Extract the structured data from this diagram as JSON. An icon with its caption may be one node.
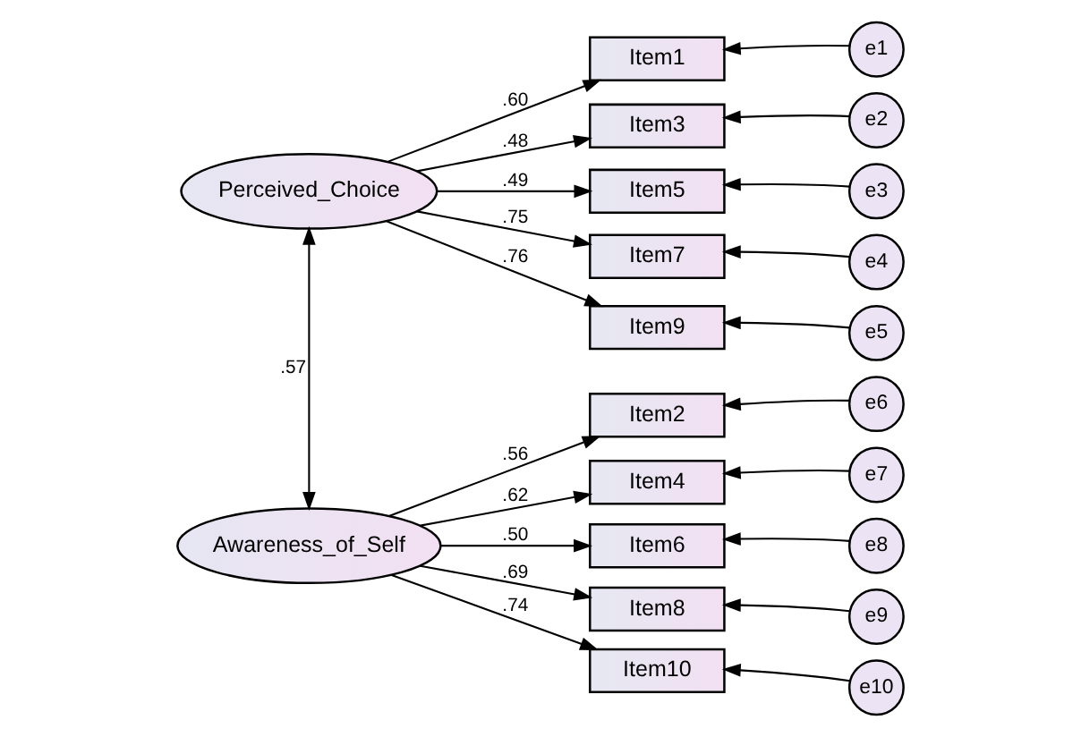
{
  "diagram": {
    "nodes": [
      {
        "text": [
          "Perceived_Choice"
        ]
      },
      {
        "text": [
          "Item1"
        ]
      },
      {
        "text": [
          "Item3"
        ]
      },
      {
        "text": [
          "Item5"
        ]
      },
      {
        "text": [
          "Item7"
        ]
      },
      {
        "text": [
          "Item9"
        ]
      },
      {
        "text": [
          "e1"
        ]
      },
      {
        "text": [
          "e2"
        ]
      },
      {
        "text": [
          "e3"
        ]
      },
      {
        "text": [
          "e4"
        ]
      },
      {
        "text": [
          "e5"
        ]
      },
      {
        "text": [
          "Awareness_of_Self"
        ]
      },
      {
        "text": [
          "Item2"
        ]
      },
      {
        "text": [
          "Item4"
        ]
      },
      {
        "text": [
          "Item6"
        ]
      },
      {
        "text": [
          "Item8"
        ]
      },
      {
        "text": [
          "Item10"
        ]
      },
      {
        "text": [
          "e6"
        ]
      },
      {
        "text": [
          "e7"
        ]
      },
      {
        "text": [
          "e8"
        ]
      },
      {
        "text": [
          "e9"
        ]
      },
      {
        "text": [
          "e10"
        ]
      }
    ],
    "edges": [
      {
        "from": 0,
        "to": 1,
        "arrow": "to",
        "label": ".60"
      },
      {
        "from": 0,
        "to": 2,
        "arrow": "to",
        "label": ".48"
      },
      {
        "from": 0,
        "to": 3,
        "arrow": "to",
        "label": ".49"
      },
      {
        "from": 0,
        "to": 4,
        "arrow": "to",
        "label": ".75"
      },
      {
        "from": 0,
        "to": 5,
        "arrow": "to",
        "label": ".76"
      },
      {
        "from": 6,
        "to": 1,
        "arrow": "to"
      },
      {
        "from": 7,
        "to": 2,
        "arrow": "to"
      },
      {
        "from": 8,
        "to": 3,
        "arrow": "to"
      },
      {
        "from": 9,
        "to": 4,
        "arrow": "to"
      },
      {
        "from": 10,
        "to": 5,
        "arrow": "to"
      },
      {
        "from": 0,
        "to": 11,
        "arrow": "both",
        "label": ".57"
      },
      {
        "from": 11,
        "to": 12,
        "arrow": "to",
        "label": ".56"
      },
      {
        "from": 11,
        "to": 13,
        "arrow": "to",
        "label": ".62"
      },
      {
        "from": 11,
        "to": 14,
        "arrow": "to",
        "label": ".50"
      },
      {
        "from": 11,
        "to": 15,
        "arrow": "to",
        "label": ".69"
      },
      {
        "from": 11,
        "to": 16,
        "arrow": "to",
        "label": ".74"
      },
      {
        "from": 17,
        "to": 12,
        "arrow": "to"
      },
      {
        "from": 18,
        "to": 13,
        "arrow": "to"
      },
      {
        "from": 19,
        "to": 14,
        "arrow": "to"
      },
      {
        "from": 20,
        "to": 15,
        "arrow": "to"
      },
      {
        "from": 21,
        "to": 16,
        "arrow": "to"
      }
    ]
  }
}
